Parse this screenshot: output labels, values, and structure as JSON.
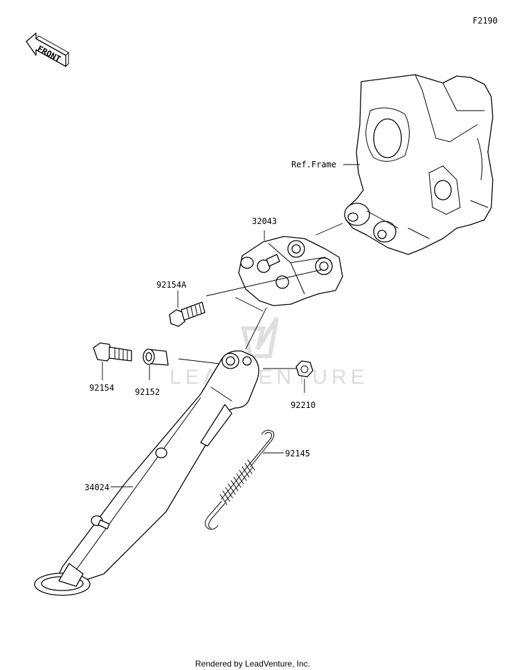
{
  "diagram": {
    "code": "F2190",
    "front_label": "FRONT",
    "ref_frame_label": "Ref.Frame",
    "watermark": "LEADVENTURE",
    "footer": "Rendered by LeadVenture, Inc.",
    "parts": [
      {
        "number": "32043"
      },
      {
        "number": "92154A"
      },
      {
        "number": "92154"
      },
      {
        "number": "92152"
      },
      {
        "number": "92210"
      },
      {
        "number": "92145"
      },
      {
        "number": "34024"
      }
    ]
  }
}
